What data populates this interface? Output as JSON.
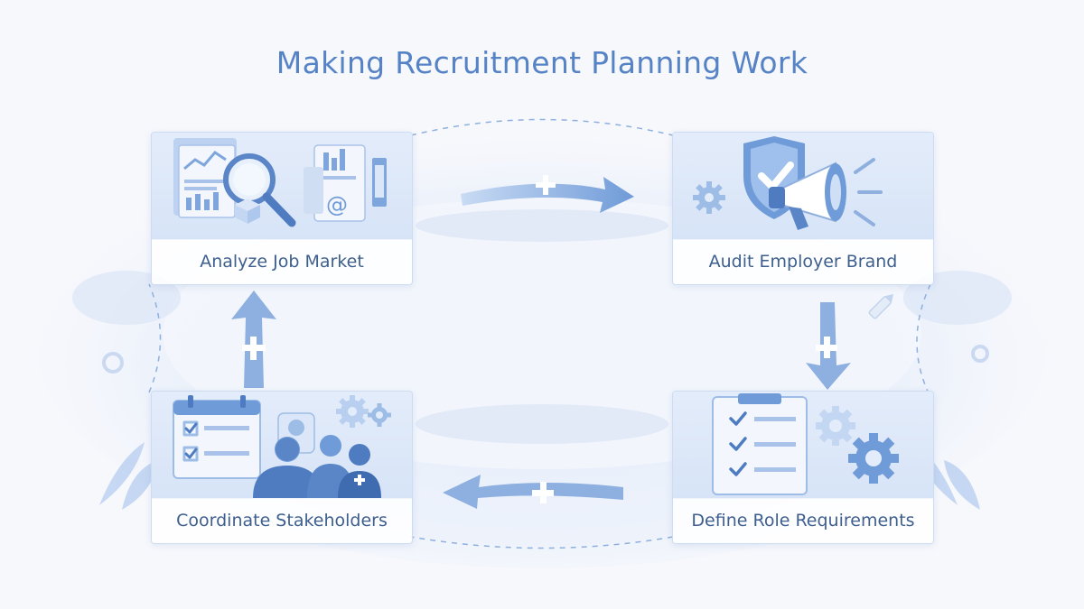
{
  "title": "Making Recruitment Planning Work",
  "steps": [
    {
      "label": "Analyze Job Market",
      "icon": "magnifier-chart-icon"
    },
    {
      "label": "Audit Employer Brand",
      "icon": "shield-megaphone-icon"
    },
    {
      "label": "Define Role Requirements",
      "icon": "clipboard-checklist-icon"
    },
    {
      "label": "Coordinate Stakeholders",
      "icon": "team-calendar-icon"
    }
  ],
  "colors": {
    "accent": "#5683c6",
    "text": "#3e5f8e",
    "arrow": "#7fa6dc",
    "card_border": "#cddcf1",
    "background": "#f7f8fc"
  }
}
